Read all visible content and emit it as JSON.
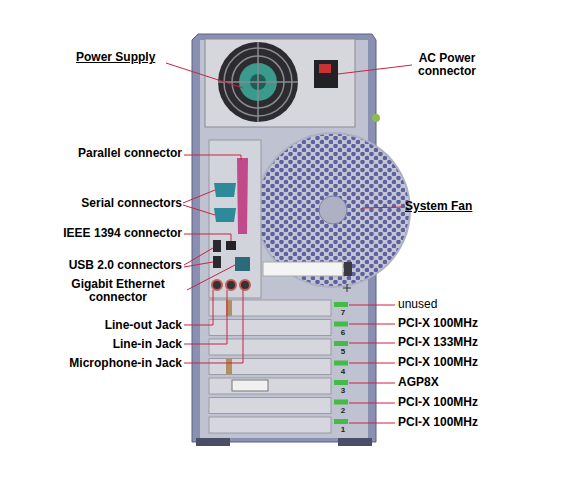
{
  "diagram": {
    "labels": [
      "Power Supply",
      "AC Power connector",
      "Parallel connector",
      "System Fan",
      "Serial connectors",
      "IEEE 1394 connector",
      "USB 2.0 connectors",
      "Gigabit Ethernet connector",
      "Line-out Jack",
      "Line-in Jack",
      "Microphone-in Jack",
      "unused",
      "7",
      "PCI-X 100MHz",
      "6",
      "PCI-X 133MHz",
      "5",
      "PCI-X 100MHz",
      "4",
      "AGP8X",
      "3",
      "PCI-X 100MHz",
      "2",
      "PCI-X 100MHz",
      "1"
    ]
  }
}
